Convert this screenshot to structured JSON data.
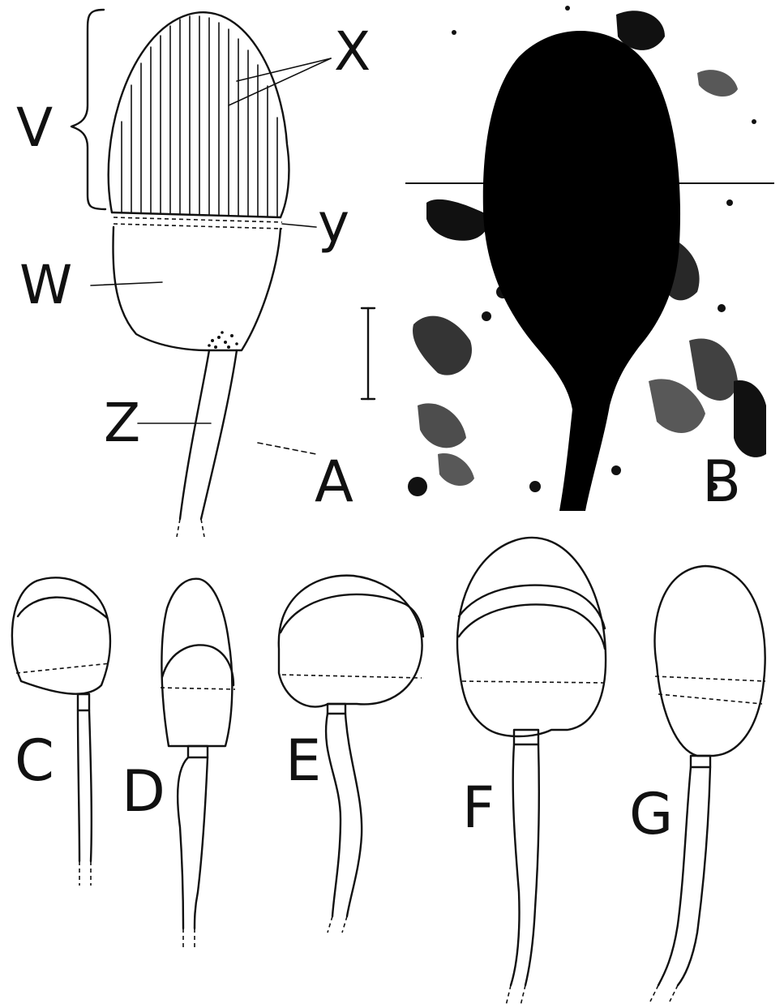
{
  "figure": {
    "panels": [
      {
        "id": "A",
        "label": "A"
      },
      {
        "id": "B",
        "label": "B"
      },
      {
        "id": "C",
        "label": "C"
      },
      {
        "id": "D",
        "label": "D"
      },
      {
        "id": "E",
        "label": "E"
      },
      {
        "id": "F",
        "label": "F"
      },
      {
        "id": "G",
        "label": "G"
      }
    ],
    "part_labels": {
      "v": "V",
      "w": "W",
      "x": "X",
      "y": "y",
      "z": "Z"
    },
    "colors": {
      "ink": "#111111",
      "photo_background": "#ffffff",
      "photo_specimen": "#000000"
    }
  }
}
